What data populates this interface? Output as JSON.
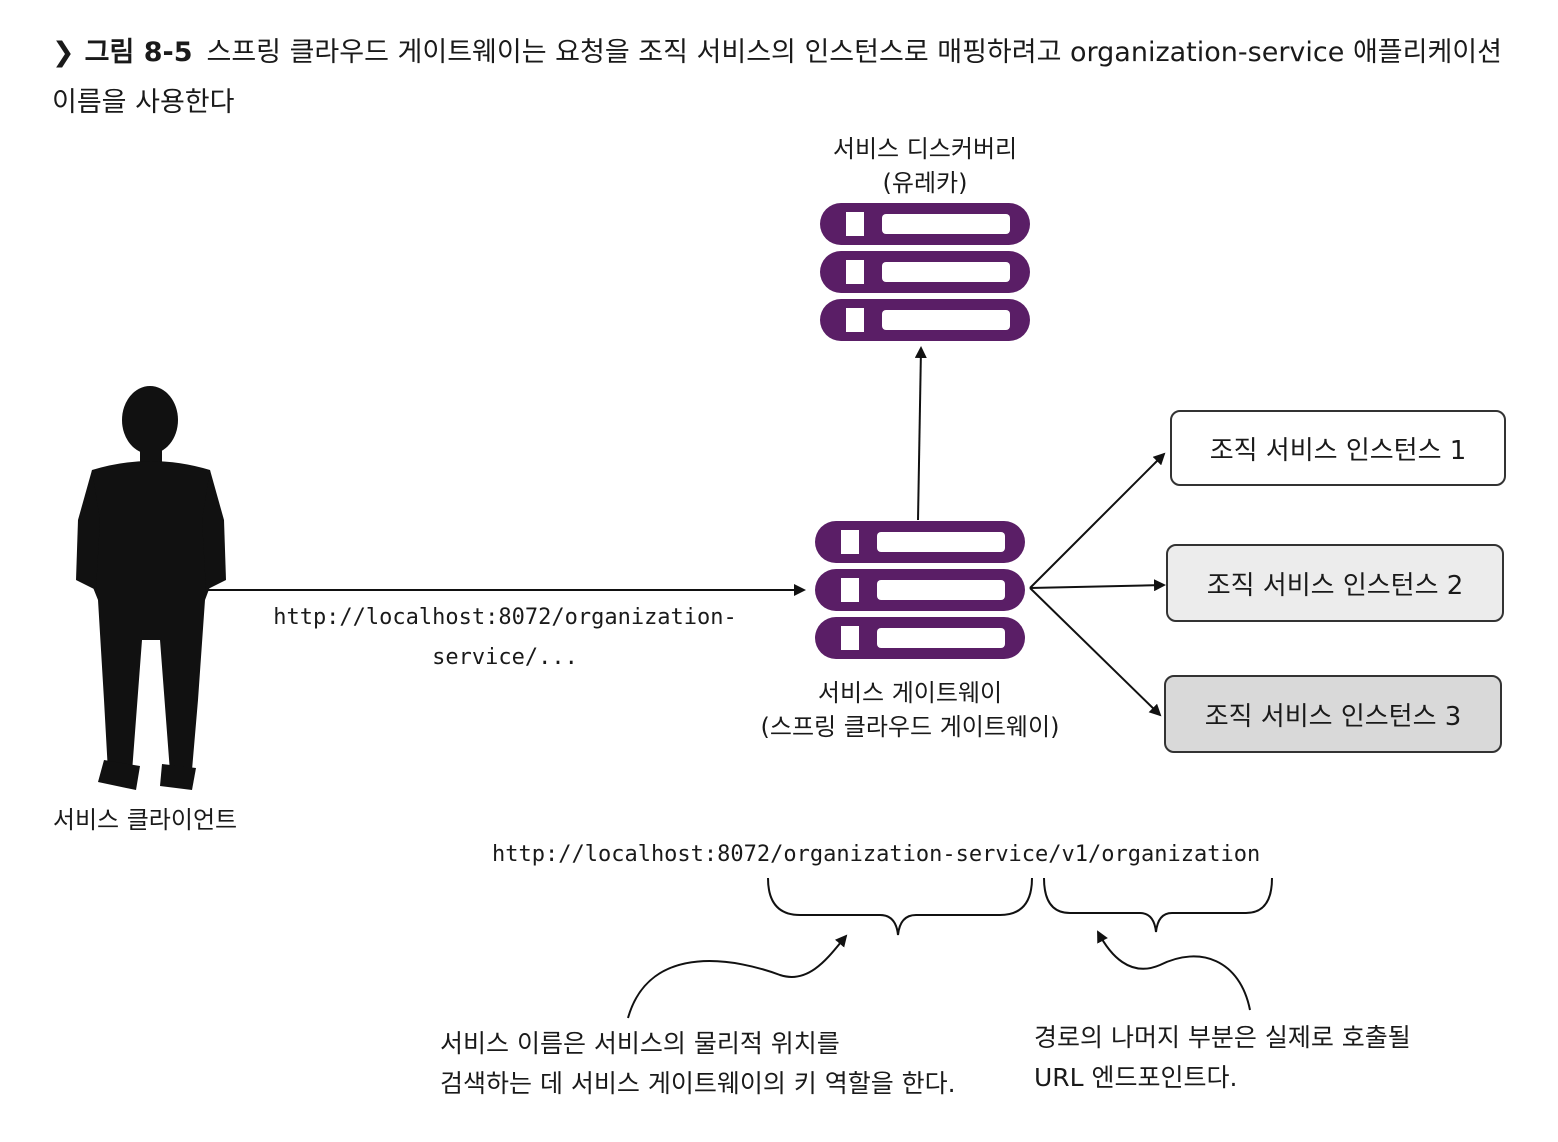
{
  "caption": {
    "figure_label": "그림 8-5",
    "text": "스프링 클라우드 게이트웨이는 요청을 조직 서비스의 인스턴스로 매핑하려고 organization-service 애플리케이션 이름을 사용한다"
  },
  "nodes": {
    "discovery": {
      "line1": "서비스 디스커버리",
      "line2": "(유레카)"
    },
    "gateway": {
      "line1": "서비스 게이트웨이",
      "line2": "(스프링 클라우드 게이트웨이)"
    },
    "client": {
      "label": "서비스 클라이언트"
    },
    "instances": [
      "조직 서비스 인스턴스 1",
      "조직 서비스 인스턴스 2",
      "조직 서비스 인스턴스 3"
    ]
  },
  "request_url": {
    "line1": "http://localhost:8072/organization-",
    "line2": "service/..."
  },
  "example_url": {
    "service_part": "http://localhost:8072/organization-service",
    "path_part": "/v1/organization"
  },
  "notes": {
    "service_name": {
      "line1": "서비스 이름은 서비스의 물리적 위치를",
      "line2": "검색하는 데 서비스 게이트웨이의 키 역할을 한다."
    },
    "endpoint": {
      "line1": "경로의 나머지 부분은 실제로 호출될",
      "line2": "URL 엔드포인트다."
    }
  },
  "colors": {
    "server": "#5a1e66",
    "server_dark": "#3a1046",
    "box_border": "#333333"
  }
}
